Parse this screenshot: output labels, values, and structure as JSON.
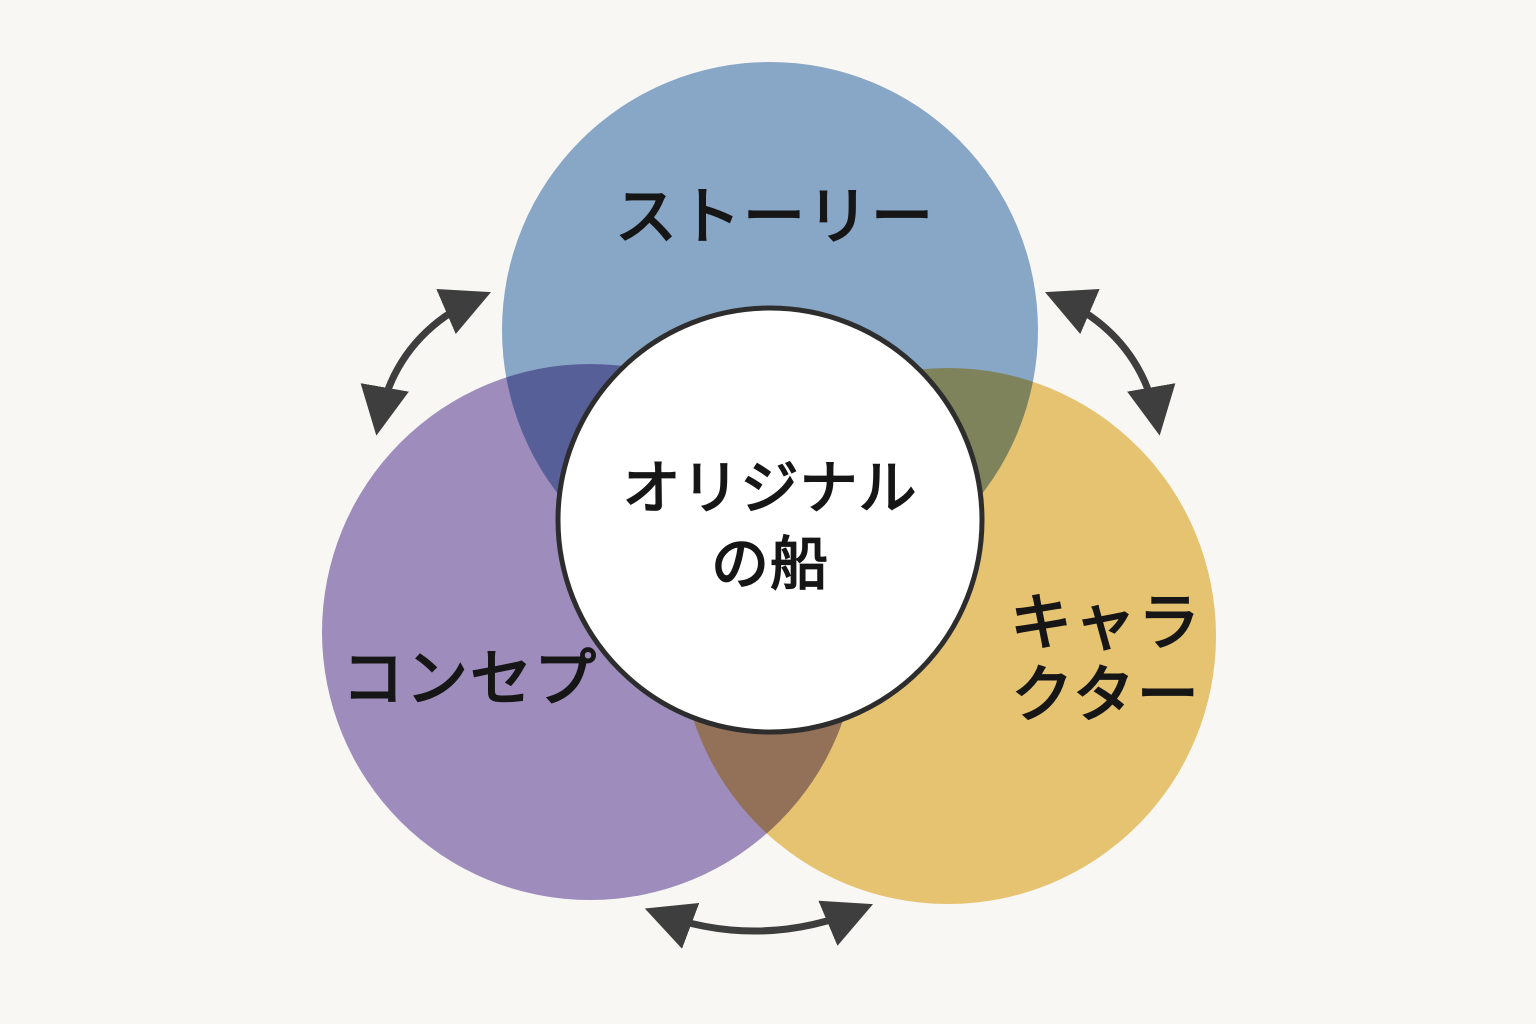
{
  "background": "#f8f7f3",
  "diagram": {
    "title": "venn-diagram-three-circles",
    "center": {
      "line1": "オリジナル",
      "line2": "の船",
      "fill": "#ffffff",
      "stroke": "#2d2d2d"
    },
    "circles": [
      {
        "name": "story",
        "label": "ストーリー",
        "color": "#8caccf"
      },
      {
        "name": "concept",
        "label": "コンセプ",
        "color": "#a392c6"
      },
      {
        "name": "character",
        "label_line1": "キャラ",
        "label_line2": "クター",
        "color": "#edca77"
      }
    ],
    "arrow_color": "#3e3e3e",
    "text_color": "#161616"
  }
}
